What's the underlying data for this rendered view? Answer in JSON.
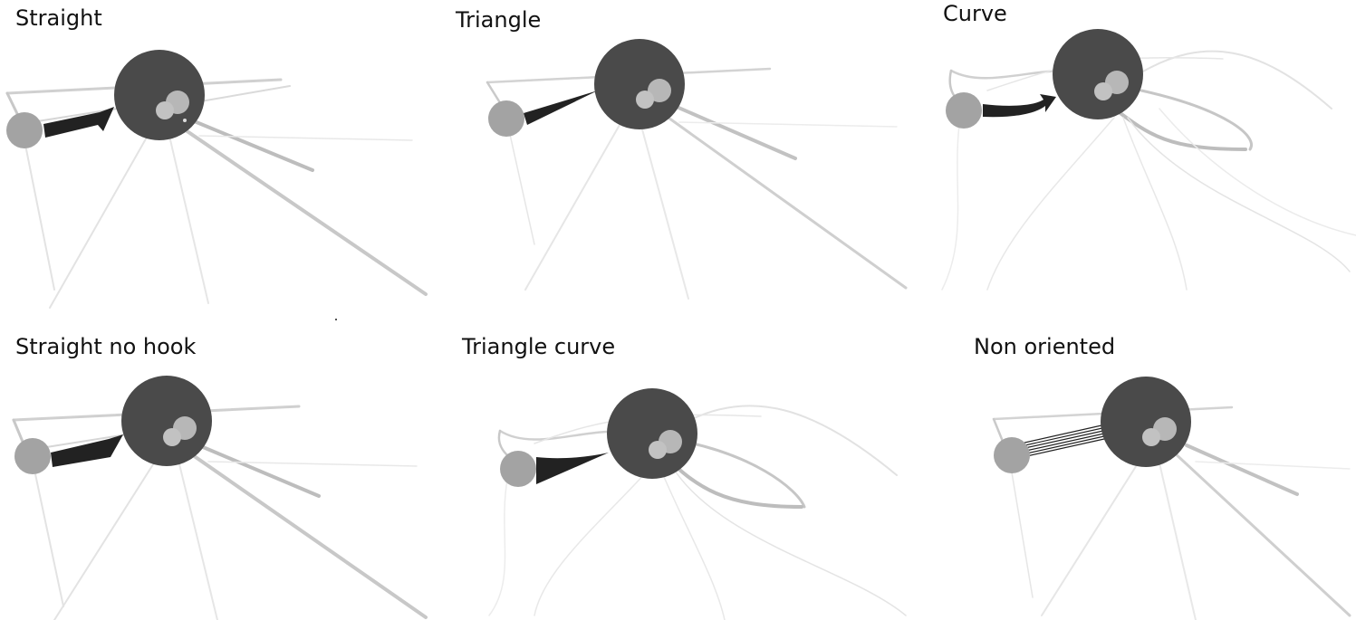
{
  "panels": [
    {
      "label": "Straight",
      "edge_style": "straight"
    },
    {
      "label": "Triangle",
      "edge_style": "triangle"
    },
    {
      "label": "Curve",
      "edge_style": "curve"
    },
    {
      "label": "Straight no hook",
      "edge_style": "straight-no-hook"
    },
    {
      "label": "Triangle curve",
      "edge_style": "triangle-curve"
    },
    {
      "label": "Non oriented",
      "edge_style": "non-oriented"
    }
  ],
  "colors": {
    "big_node": "#4a4a4a",
    "small_node": "#a3a3a3",
    "inner_node": "#bdbdbd",
    "highlight_edge": "#222222",
    "edge": "#c4c4c4",
    "faint_edge": "#e0e0e0"
  }
}
